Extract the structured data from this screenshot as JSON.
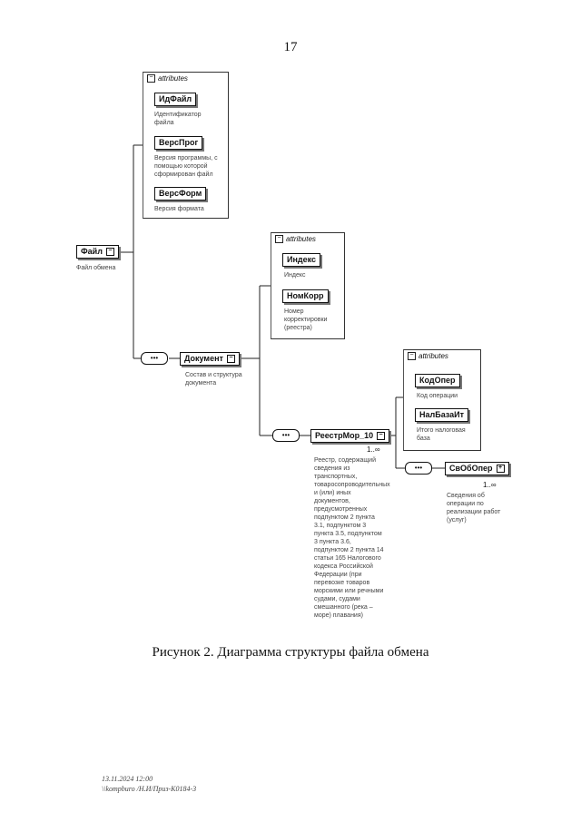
{
  "page_number": "17",
  "caption": "Рисунок 2. Диаграмма структуры файла обмена",
  "footer": {
    "line1": "13.11.2024 12:00",
    "line2": "\\\\kompburo /Н.И/Приз-К0184-3"
  },
  "attributes_label": "attributes",
  "root": {
    "name": "Файл",
    "desc": "Файл обмена",
    "attributes": [
      {
        "name": "ИдФайл",
        "desc": "Идентификатор файла"
      },
      {
        "name": "ВерсПрог",
        "desc": "Версия программы, с помощью которой сформирован файл"
      },
      {
        "name": "ВерсФорм",
        "desc": "Версия формата"
      }
    ]
  },
  "document": {
    "name": "Документ",
    "desc": "Состав и структура документа",
    "attributes": [
      {
        "name": "Индекс",
        "desc": "Индекс"
      },
      {
        "name": "НомКорр",
        "desc": "Номер корректировки (реестра)"
      }
    ]
  },
  "registry": {
    "name": "РеестрМор_10",
    "multiplicity": "1..∞",
    "desc": "Реестр, содержащий сведения из транспортных, товаросопроводительных и (или) иных документов, предусмотренных подпунктом 2 пункта 3.1, подпунктом 3 пункта 3.5, подпунктом 3 пункта 3.6, подпунктом 2 пункта 14 статьи 165 Налогового кодекса Российской Федерации (при перевозке товаров морскими или речными судами, судами смешанного (река – море) плавания)",
    "attributes": [
      {
        "name": "КодОпер",
        "desc": "Код операции"
      },
      {
        "name": "НалБазаИт",
        "desc": "Итого налоговая база"
      }
    ]
  },
  "operation": {
    "name": "СвОбОпер",
    "multiplicity": "1..∞",
    "desc": "Сведения об операции по реализации работ (услуг)"
  },
  "seq_symbol": "•••"
}
